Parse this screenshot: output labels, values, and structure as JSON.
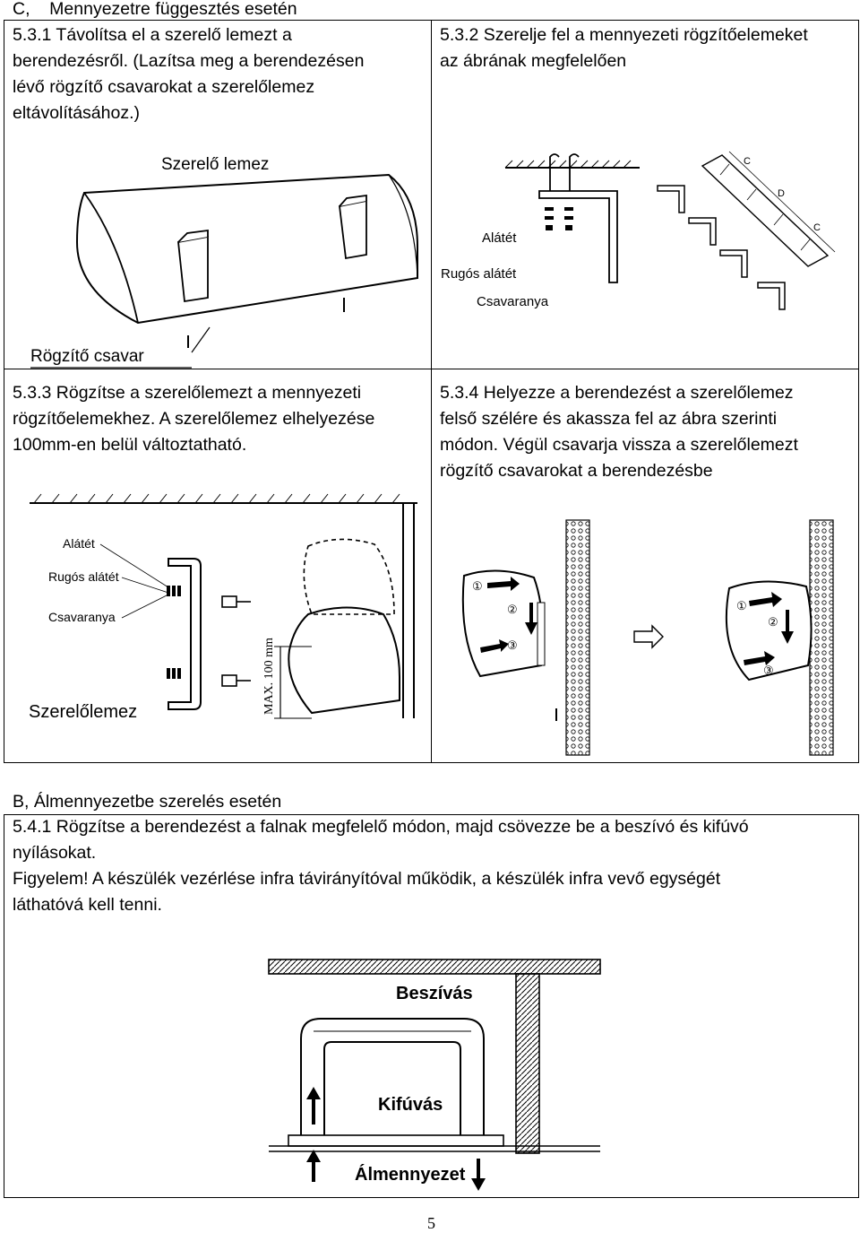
{
  "section_c": {
    "heading": "C,    Mennyezetre függesztés esetén"
  },
  "step_531": {
    "lines": [
      "5.3.1 Távolítsa el a szerelő lemezt a",
      "berendezésről. (Lazítsa meg a berendezésen",
      "lévő rögzítő csavarokat a szerelőlemez",
      "eltávolításához.)"
    ],
    "figure": {
      "plate_label": "Szerelő lemez",
      "screw_label": "Rögzítő csavar"
    }
  },
  "step_532": {
    "lines": [
      "5.3.2 Szerelje fel a mennyezeti rögzítőelemeket",
      "az ábrának megfelelően"
    ],
    "figure": {
      "washer_label": "Alátét",
      "spring_washer_label": "Rugós alátét",
      "nut_label": "Csavaranya",
      "dim_labels": [
        "C",
        "D",
        "C"
      ]
    }
  },
  "step_533": {
    "lines": [
      "5.3.3 Rögzítse a szerelőlemezt a mennyezeti",
      "rögzítőelemekhez. A szerelőlemez elhelyezése",
      "100mm-en belül változtatható."
    ],
    "figure": {
      "washer_label": "Alátét",
      "spring_washer_label": "Rugós alátét",
      "nut_label": "Csavaranya",
      "plate_label": "Szerelőlemez",
      "max_label": "MAX. 100 mm"
    }
  },
  "step_534": {
    "lines": [
      "5.3.4 Helyezze a berendezést a szerelőlemez",
      "felső szélére és akassza fel az ábra szerinti",
      "módon. Végül csavarja vissza a szerelőlemezt",
      "rögzítő csavarokat a berendezésbe"
    ],
    "figure": {
      "step_markers": [
        "①",
        "②",
        "③"
      ]
    }
  },
  "section_b": {
    "heading": "B, Álmennyezetbe szerelés esetén",
    "lines": [
      "5.4.1 Rögzítse a berendezést a falnak megfelelő módon, majd csövezze be a beszívó és kifúvó",
      "nyílásokat.",
      "Figyelem! A készülék vezérlése infra távirányítóval működik, a készülék infra vevő egységét",
      "láthatóvá kell tenni."
    ],
    "figure": {
      "intake_label": "Beszívás",
      "outlet_label": "Kifúvás",
      "ceiling_label": "Álmennyezet"
    }
  },
  "page_number": "5"
}
